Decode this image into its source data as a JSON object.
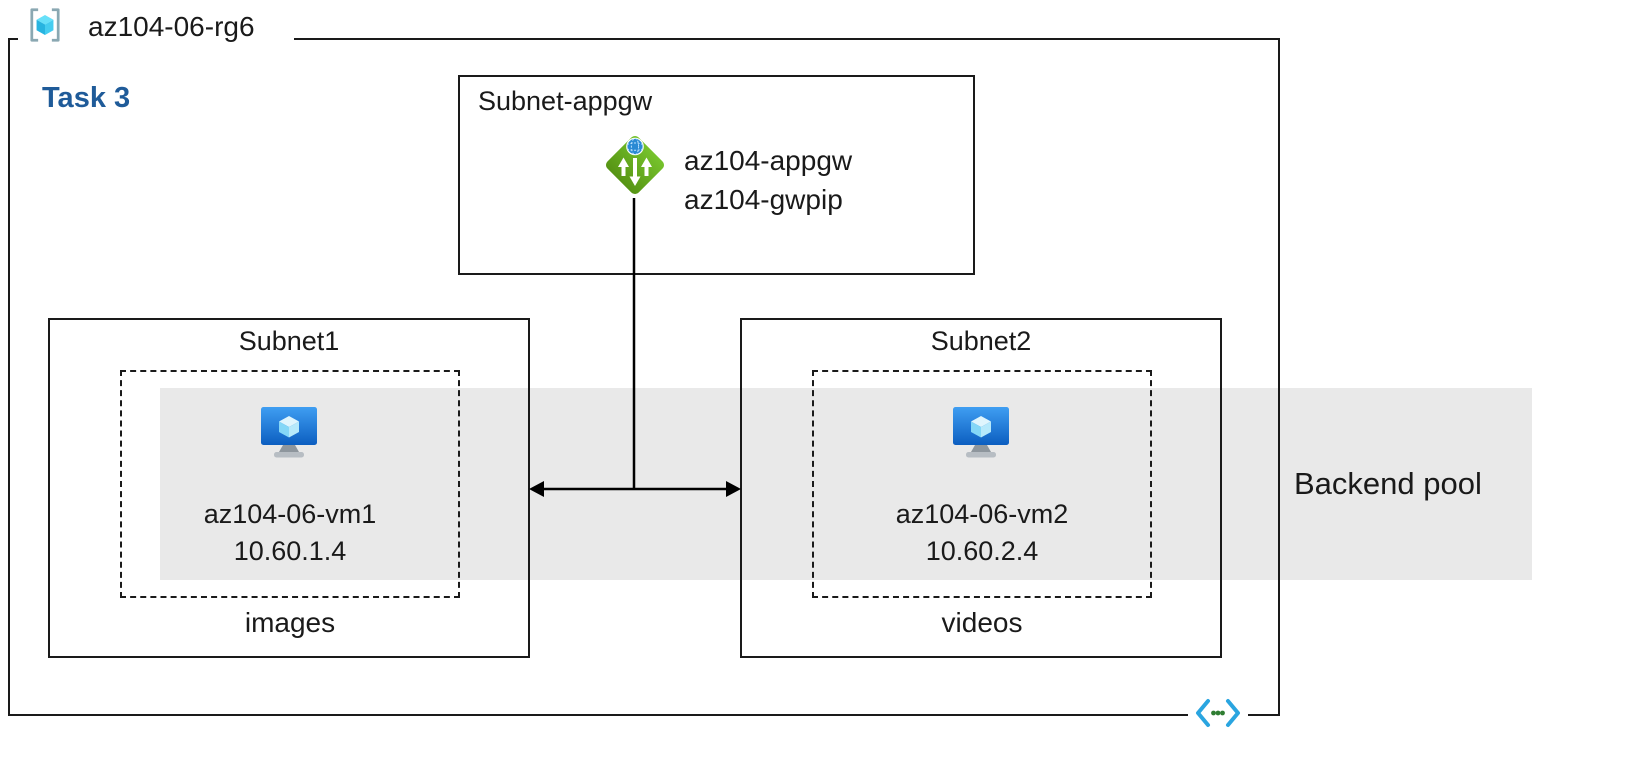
{
  "resource_group": {
    "name": "az104-06-rg6",
    "task": "Task 3"
  },
  "appgw_subnet": {
    "label": "Subnet-appgw",
    "gateway_name": "az104-appgw",
    "public_ip_name": "az104-gwpip"
  },
  "subnets": [
    {
      "label": "Subnet1",
      "vm_name": "az104-06-vm1",
      "vm_ip": "10.60.1.4",
      "caption": "images"
    },
    {
      "label": "Subnet2",
      "vm_name": "az104-06-vm2",
      "vm_ip": "10.60.2.4",
      "caption": "videos"
    }
  ],
  "backend_pool": {
    "label": "Backend pool"
  },
  "icons": {
    "resource_group": "resource-group-icon",
    "application_gateway": "application-gateway-icon",
    "virtual_machine": "vm-icon",
    "virtual_network": "virtual-network-icon"
  },
  "colors": {
    "border": "#1a1a1a",
    "task_label": "#1f5b99",
    "backend_band": "#e9e9e9",
    "appgw_green_top": "#76c32c",
    "appgw_green_bottom": "#569414",
    "vm_blue_top": "#3f9ef2",
    "vm_blue_bottom": "#0c5ec0",
    "cube_cyan": "#67e0f9",
    "vnet_chevron": "#2aa5e0"
  }
}
